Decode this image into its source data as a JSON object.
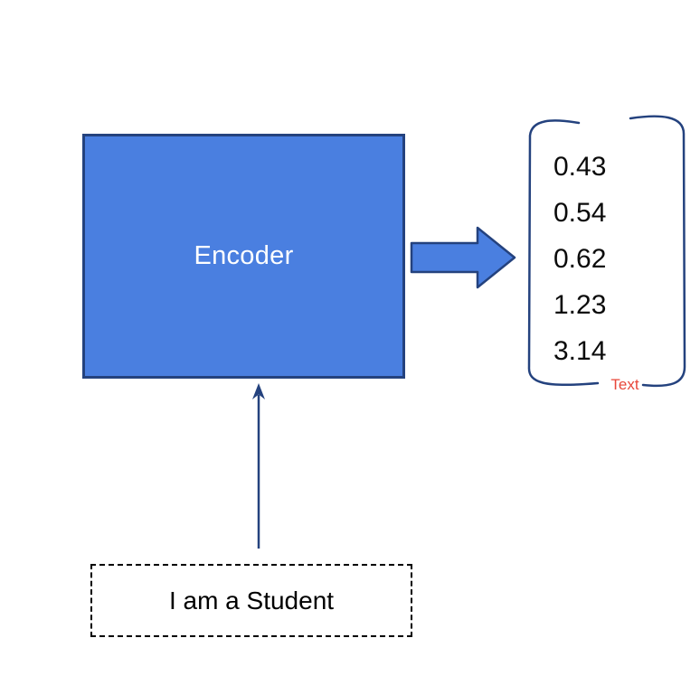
{
  "encoder": {
    "label": "Encoder"
  },
  "input_box": {
    "label": "I am a Student"
  },
  "vector": {
    "values": [
      "0.43",
      "0.54",
      "0.62",
      "1.23",
      "3.14"
    ],
    "caption": "Text"
  },
  "colors": {
    "shape_fill": "#4a7fe0",
    "shape_stroke": "#24427e",
    "caption_red": "#e8473a",
    "value_text": "#0b0b0b",
    "encoder_text": "#ffffff",
    "input_border": "#000000",
    "background": "#ffffff"
  }
}
